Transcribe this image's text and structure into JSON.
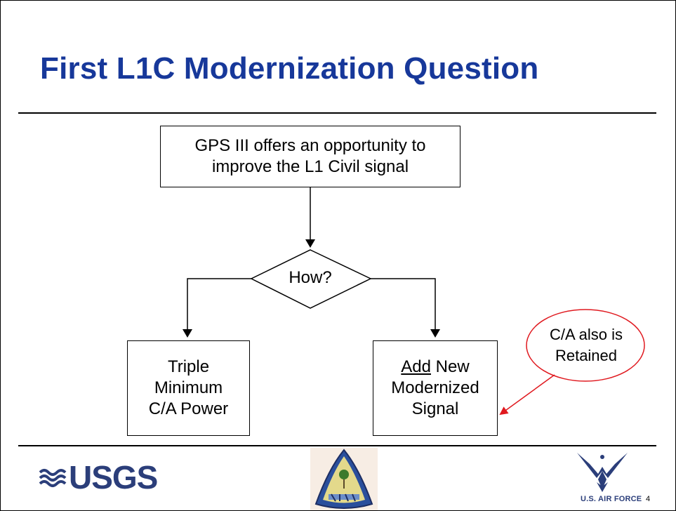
{
  "slide": {
    "title": "First L1C Modernization Question",
    "page_number": "4"
  },
  "flowchart": {
    "top_box": {
      "line1": "GPS III offers an opportunity to",
      "line2": "improve the L1 Civil signal"
    },
    "decision": "How?",
    "left_box": {
      "line1": "Triple",
      "line2": "Minimum",
      "line3": "C/A Power"
    },
    "right_box": {
      "underlined_word": "Add",
      "line1_rest": " New",
      "line2": "Modernized",
      "line3": "Signal"
    },
    "callout": {
      "line1": "C/A also is",
      "line2": "Retained",
      "color": "#e0191f"
    }
  },
  "footer": {
    "usgs_logo_text": "USGS",
    "air_force_text": "U.S. AIR FORCE"
  }
}
